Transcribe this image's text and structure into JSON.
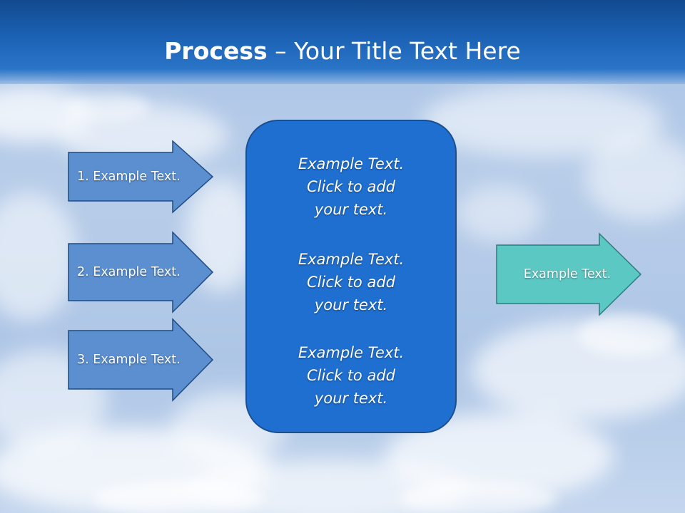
{
  "title": {
    "bold": "Process",
    "rest": " – Your Title Text Here"
  },
  "inputs": [
    {
      "label": "1. Example Text."
    },
    {
      "label": "2. Example Text."
    },
    {
      "label": "3. Example Text."
    }
  ],
  "center_box": {
    "paragraphs": [
      {
        "lines": [
          "Example Text.",
          "Click  to add",
          "your text."
        ]
      },
      {
        "lines": [
          "Example Text.",
          "Click  to add",
          "your text."
        ]
      },
      {
        "lines": [
          "Example Text.",
          "Click  to add",
          "your text."
        ]
      }
    ]
  },
  "output": {
    "label": "Example Text."
  },
  "colors": {
    "title_bar": "#1c62b5",
    "input_arrow_fill": "#5b8fd0",
    "input_arrow_stroke": "#1d4b84",
    "center_box_fill": "#1f6fd0",
    "output_arrow_fill": "#5cc8c4",
    "output_arrow_stroke": "#2a7d7b"
  }
}
